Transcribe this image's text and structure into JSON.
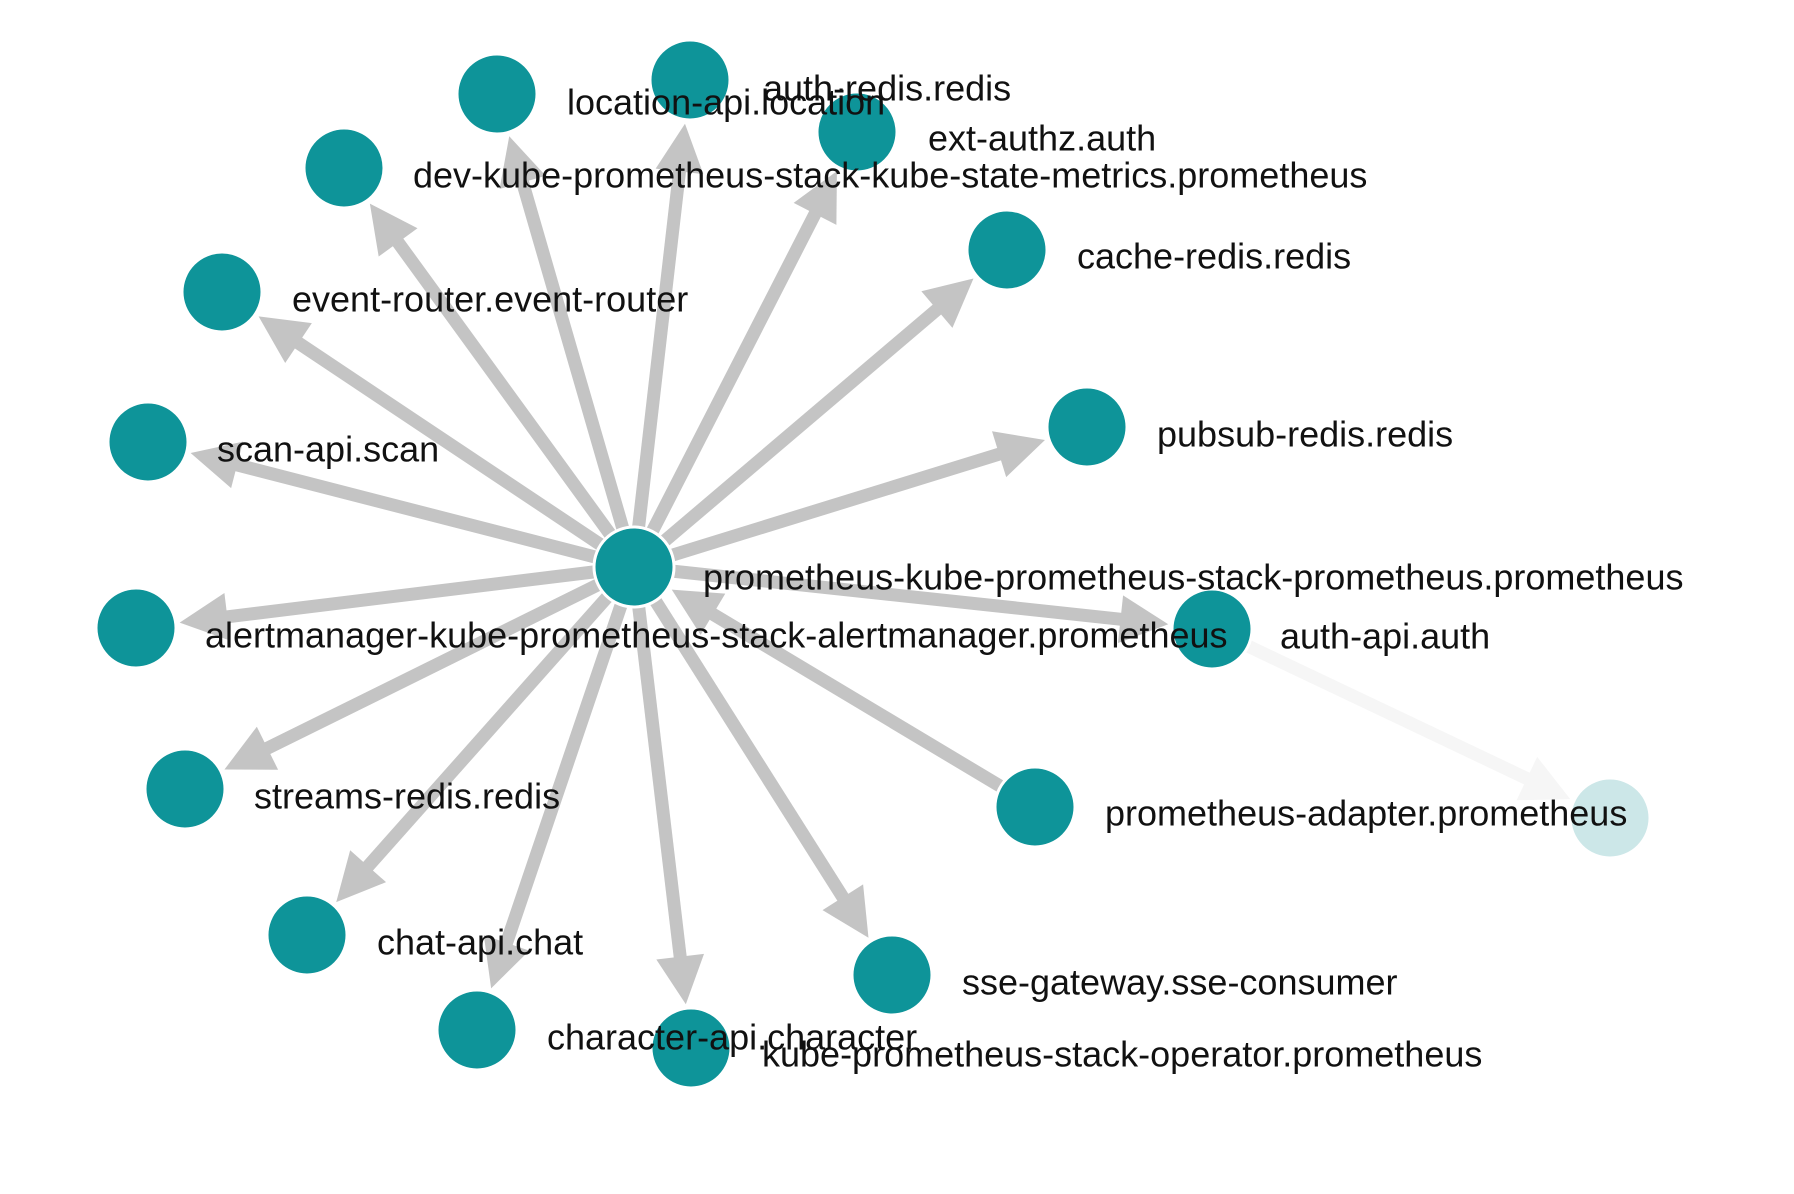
{
  "graph": {
    "colors": {
      "node": "#0e9499",
      "node_faded": "#cce7e8",
      "edge": "#c4c4c4",
      "edge_faded": "#f6f6f6",
      "label": "#111111"
    },
    "nodes": [
      {
        "id": "hub",
        "label": "prometheus-kube-prometheus-stack-prometheus.prometheus",
        "faded": false
      },
      {
        "id": "auth-redis",
        "label": "auth-redis.redis",
        "faded": false
      },
      {
        "id": "location-api",
        "label": "location-api.location",
        "faded": false
      },
      {
        "id": "ext-authz",
        "label": "ext-authz.auth",
        "faded": false
      },
      {
        "id": "kube-state-metrics",
        "label": "dev-kube-prometheus-stack-kube-state-metrics.prometheus",
        "faded": false
      },
      {
        "id": "cache-redis",
        "label": "cache-redis.redis",
        "faded": false
      },
      {
        "id": "event-router",
        "label": "event-router.event-router",
        "faded": false
      },
      {
        "id": "pubsub-redis",
        "label": "pubsub-redis.redis",
        "faded": false
      },
      {
        "id": "scan-api",
        "label": "scan-api.scan",
        "faded": false
      },
      {
        "id": "alertmanager",
        "label": "alertmanager-kube-prometheus-stack-alertmanager.prometheus",
        "faded": false
      },
      {
        "id": "auth-api",
        "label": "auth-api.auth",
        "faded": false
      },
      {
        "id": "streams-redis",
        "label": "streams-redis.redis",
        "faded": false
      },
      {
        "id": "prometheus-adapter",
        "label": "prometheus-adapter.prometheus",
        "faded": false
      },
      {
        "id": "prometheus-adapter-target",
        "label": "",
        "faded": true
      },
      {
        "id": "chat-api",
        "label": "chat-api.chat",
        "faded": false
      },
      {
        "id": "sse-gateway",
        "label": "sse-gateway.sse-consumer",
        "faded": false
      },
      {
        "id": "character-api",
        "label": "character-api.character",
        "faded": false
      },
      {
        "id": "operator",
        "label": "kube-prometheus-stack-operator.prometheus",
        "faded": false
      }
    ],
    "edges": [
      {
        "source": "hub",
        "target": "auth-redis",
        "faded": false
      },
      {
        "source": "hub",
        "target": "location-api",
        "faded": false
      },
      {
        "source": "hub",
        "target": "ext-authz",
        "faded": false
      },
      {
        "source": "hub",
        "target": "kube-state-metrics",
        "faded": false
      },
      {
        "source": "hub",
        "target": "cache-redis",
        "faded": false
      },
      {
        "source": "hub",
        "target": "event-router",
        "faded": false
      },
      {
        "source": "hub",
        "target": "pubsub-redis",
        "faded": false
      },
      {
        "source": "hub",
        "target": "scan-api",
        "faded": false
      },
      {
        "source": "hub",
        "target": "alertmanager",
        "faded": false
      },
      {
        "source": "hub",
        "target": "auth-api",
        "faded": false
      },
      {
        "source": "hub",
        "target": "streams-redis",
        "faded": false
      },
      {
        "source": "prometheus-adapter",
        "target": "hub",
        "faded": false
      },
      {
        "source": "hub",
        "target": "chat-api",
        "faded": false
      },
      {
        "source": "hub",
        "target": "sse-gateway",
        "faded": false
      },
      {
        "source": "hub",
        "target": "character-api",
        "faded": false
      },
      {
        "source": "hub",
        "target": "operator",
        "faded": false
      },
      {
        "source": "auth-api",
        "target": "prometheus-adapter-target",
        "faded": true
      }
    ]
  }
}
